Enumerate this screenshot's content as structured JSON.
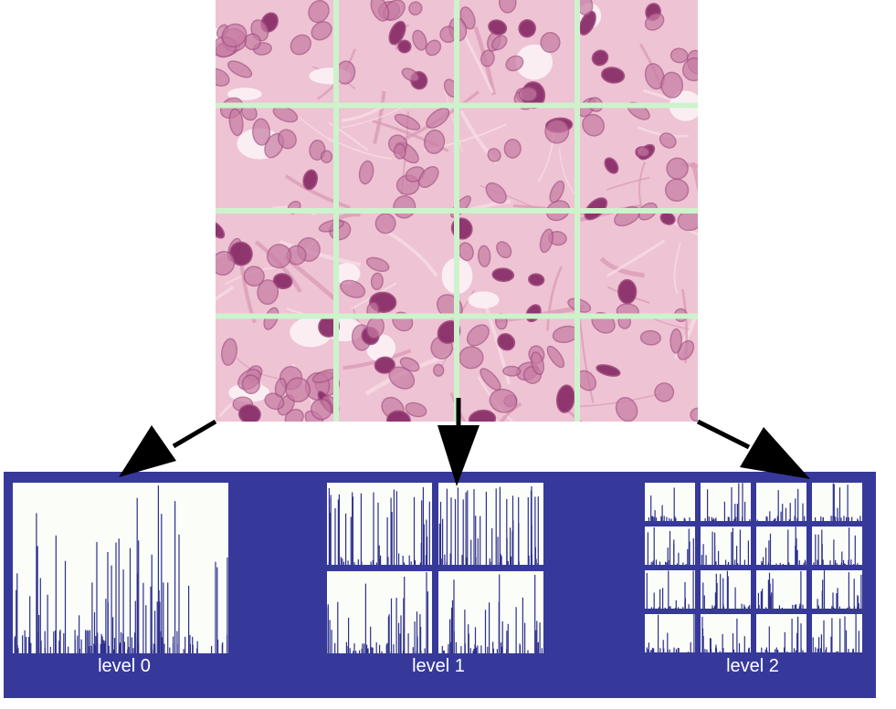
{
  "levels": [
    {
      "label": "level 0",
      "grid": 1
    },
    {
      "label": "level 1",
      "grid": 2
    },
    {
      "label": "level 2",
      "grid": 4
    }
  ],
  "colors": {
    "panel": "#36399a",
    "histogram_bg": "#fbfdf8",
    "histogram_bar": "#2d2f8e",
    "tissue_grid": "#ccf3cc",
    "tissue_base": "#eec3d3",
    "nucleus": "#a24f80",
    "arrow": "#000000"
  },
  "tissue": {
    "grid": 4
  }
}
